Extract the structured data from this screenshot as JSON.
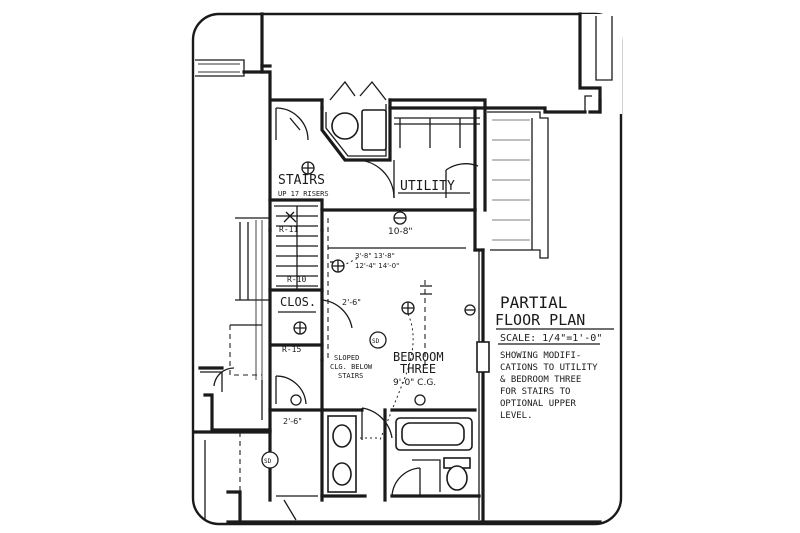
{
  "plan": {
    "title_line1": "PARTIAL",
    "title_line2": "FLOOR PLAN",
    "scale": "SCALE: 1/4\"=1'-0\"",
    "note_lines": [
      "SHOWING MODIFI-",
      "CATIONS TO UTILITY",
      "& BEDROOM THREE",
      "FOR STAIRS TO",
      "OPTIONAL UPPER",
      "LEVEL."
    ]
  },
  "rooms": {
    "stairs": "STAIRS",
    "stairs_sub": "UP 17 RISERS",
    "utility": "UTILITY",
    "clos": "CLOS.",
    "bedroom_line1": "BEDROOM",
    "bedroom_line2": "THREE",
    "bedroom_size": "9'-0\" C.G.",
    "sloped_line1": "SLOPED",
    "sloped_line2": "CLG. BELOW",
    "sloped_line3": "STAIRS"
  },
  "annotations": {
    "dim_ceiling": "10-8\"",
    "dim_bed": "3'-8\" 13'-8\"",
    "dim_bed2": "12'-4\" 14'-0\"",
    "dim_clos": "2'-6\"",
    "dim_hall": "2'-6\"",
    "r10": "R-10",
    "r15": "R-15",
    "r11": "R-11",
    "smoke1": "SD",
    "smoke2": "SD"
  },
  "icons": [
    "ceiling-light-icon",
    "wall-outlet-icon",
    "smoke-detector-icon",
    "door-swing-icon",
    "bathtub-icon",
    "toilet-icon",
    "sink-icon",
    "washer-icon",
    "dryer-icon"
  ]
}
